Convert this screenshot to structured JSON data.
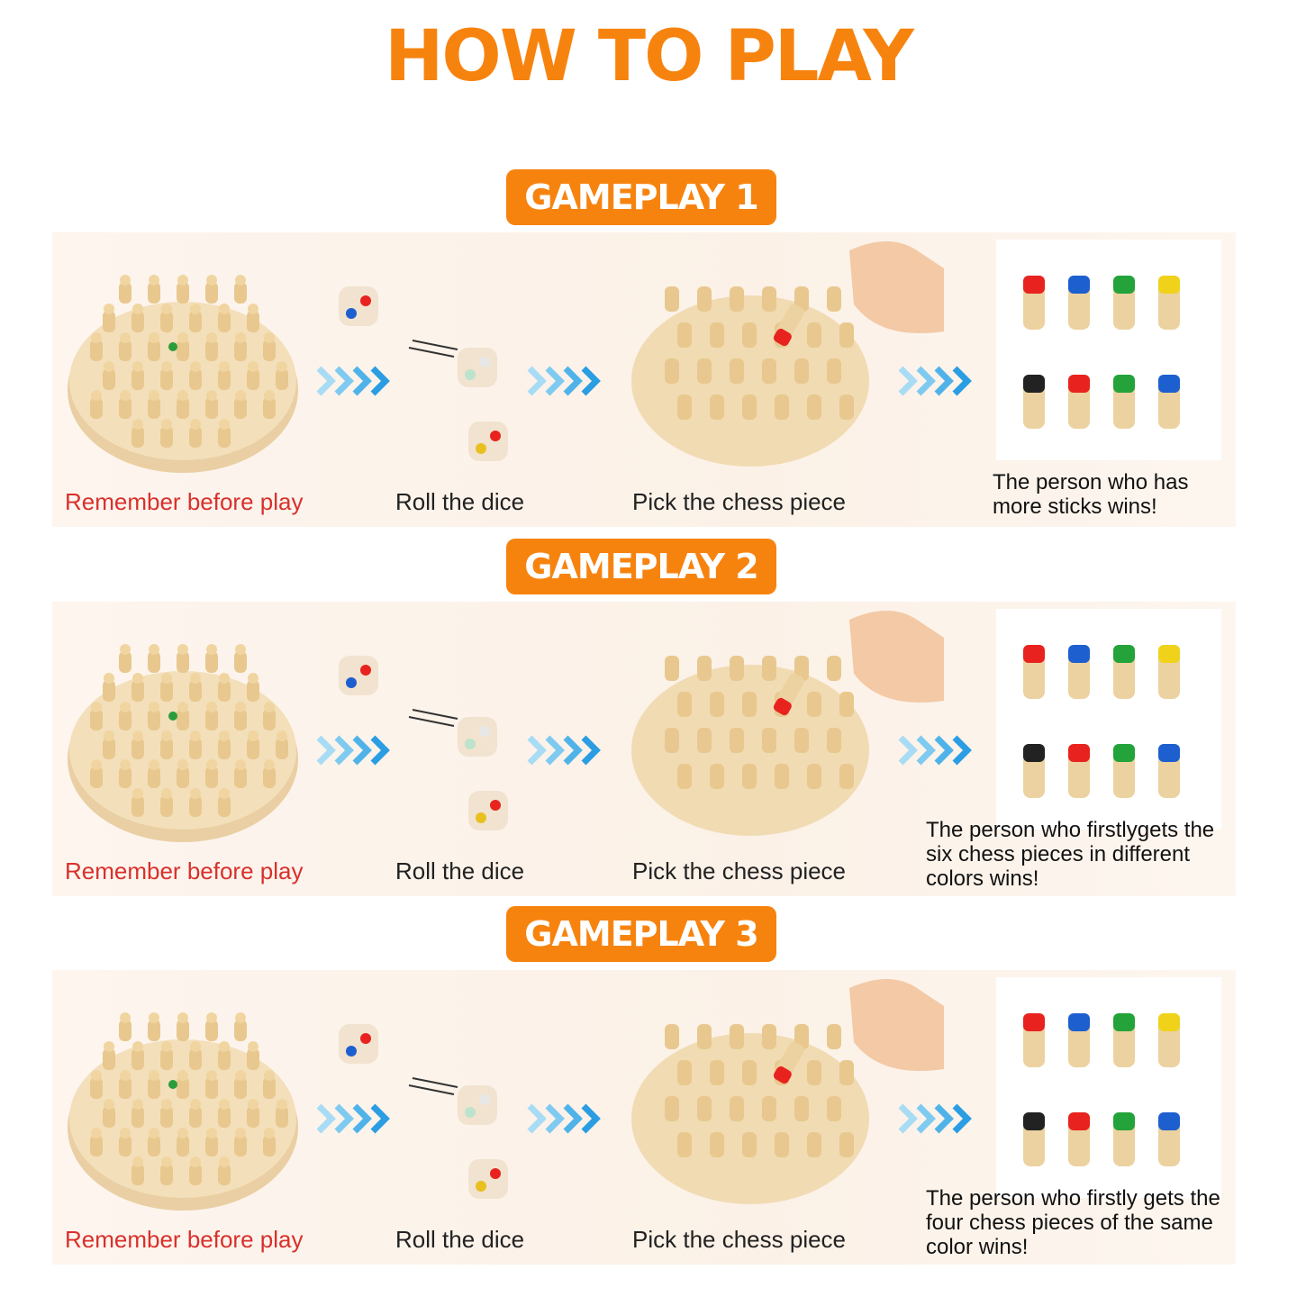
{
  "title": "HOW  TO PLAY",
  "colors": {
    "accent": "#f7830f",
    "red_caption": "#d9302c"
  },
  "steps": {
    "remember": "Remember before play",
    "roll": "Roll the dice",
    "pick": "Pick the chess piece"
  },
  "gameplays": [
    {
      "badge": "GAMEPLAY 1",
      "win_text": "The person who has\nmore sticks wins!"
    },
    {
      "badge": "GAMEPLAY 2",
      "win_text": "The person who firstlygets the\nsix chess pieces in different\ncolors wins!"
    },
    {
      "badge": "GAMEPLAY 3",
      "win_text": "The person who firstly gets the\nfour chess pieces of the same\ncolor wins!"
    }
  ]
}
